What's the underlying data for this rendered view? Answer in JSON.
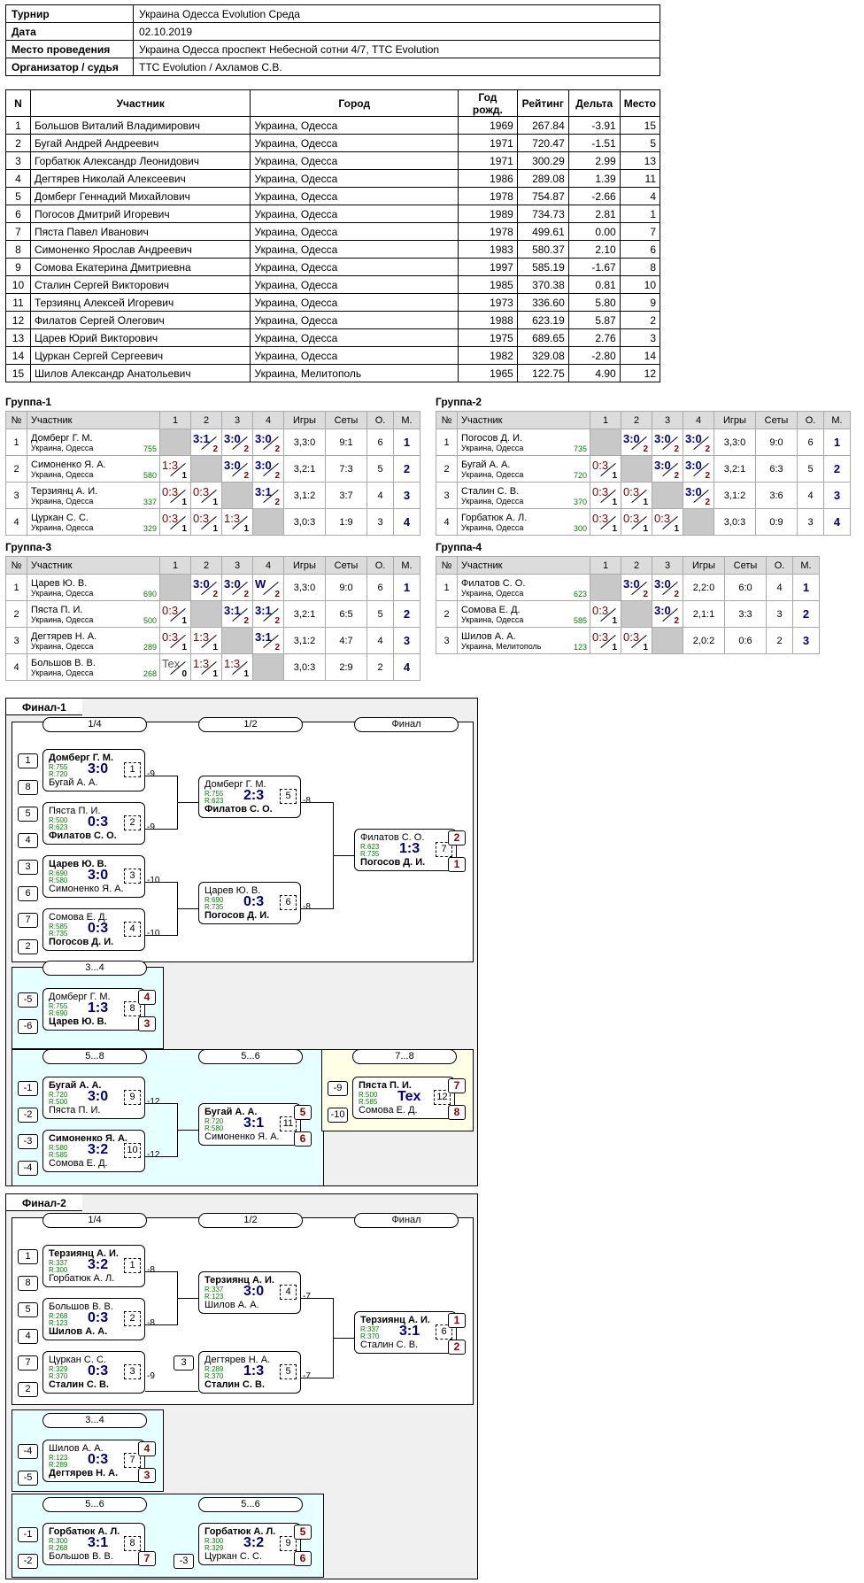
{
  "info": [
    {
      "k": "Турнир",
      "v": "Украина Одесса Evolution Среда"
    },
    {
      "k": "Дата",
      "v": "02.10.2019"
    },
    {
      "k": "Место проведения",
      "v": "Украина Одесса проспект Небесной сотни 4/7, TTC Evolution"
    },
    {
      "k": "Организатор / судья",
      "v": "TTC Evolution / Ахламов С.В."
    }
  ],
  "plist": {
    "headers": [
      "N",
      "Участник",
      "Город",
      "Год рожд.",
      "Рейтинг",
      "Дельта",
      "Место"
    ],
    "rows": [
      [
        "1",
        "Большов Виталий Владимирович",
        "Украина, Одесса",
        "1969",
        "267.84",
        "-3.91",
        "15"
      ],
      [
        "2",
        "Бугай Андрей Андреевич",
        "Украина, Одесса",
        "1971",
        "720.47",
        "-1.51",
        "5"
      ],
      [
        "3",
        "Горбатюк Александр Леонидович",
        "Украина, Одесса",
        "1971",
        "300.29",
        "2.99",
        "13"
      ],
      [
        "4",
        "Дегтярев Николай Алексеевич",
        "Украина, Одесса",
        "1986",
        "289.08",
        "1.39",
        "11"
      ],
      [
        "5",
        "Домберг Геннадий Михайлович",
        "Украина, Одесса",
        "1978",
        "754.87",
        "-2.66",
        "4"
      ],
      [
        "6",
        "Погосов Дмитрий Игоревич",
        "Украина, Одесса",
        "1989",
        "734.73",
        "2.81",
        "1"
      ],
      [
        "7",
        "Пяста Павел Иванович",
        "Украина, Одесса",
        "1978",
        "499.61",
        "0.00",
        "7"
      ],
      [
        "8",
        "Симоненко Ярослав Андреевич",
        "Украина, Одесса",
        "1983",
        "580.37",
        "2.10",
        "6"
      ],
      [
        "9",
        "Сомова Екатерина Дмитриевна",
        "Украина, Одесса",
        "1997",
        "585.19",
        "-1.67",
        "8"
      ],
      [
        "10",
        "Сталин Сергей Викторович",
        "Украина, Одесса",
        "1985",
        "370.38",
        "0.81",
        "10"
      ],
      [
        "11",
        "Терзиянц Алексей Игоревич",
        "Украина, Одесса",
        "1973",
        "336.60",
        "5.80",
        "9"
      ],
      [
        "12",
        "Филатов Сергей Олегович",
        "Украина, Одесса",
        "1988",
        "623.19",
        "5.87",
        "2"
      ],
      [
        "13",
        "Царев Юрий Викторович",
        "Украина, Одесса",
        "1975",
        "689.65",
        "2.76",
        "3"
      ],
      [
        "14",
        "Цуркан Сергей Сергеевич",
        "Украина, Одесса",
        "1982",
        "329.08",
        "-2.80",
        "14"
      ],
      [
        "15",
        "Шилов Александр Анатольевич",
        "Украина, Мелитополь",
        "1965",
        "122.75",
        "4.90",
        "12"
      ]
    ]
  },
  "groups": [
    {
      "title": "Группа-1",
      "cols": [
        "1",
        "2",
        "3",
        "4"
      ],
      "rows": [
        {
          "n": "1",
          "name": "Домберг Г. М.",
          "city": "Украина, Одесса",
          "r": "755",
          "c": [
            null,
            [
              "w",
              "3:1",
              "2"
            ],
            [
              "w",
              "3:0",
              "2"
            ],
            [
              "w",
              "3:0",
              "2"
            ]
          ],
          "games": "3,3:0",
          "sets": "9:1",
          "pts": "6",
          "place": "1"
        },
        {
          "n": "2",
          "name": "Симоненко Я. А.",
          "city": "Украина, Одесса",
          "r": "580",
          "c": [
            [
              "l",
              "1:3",
              "1"
            ],
            null,
            [
              "w",
              "3:0",
              "2"
            ],
            [
              "w",
              "3:0",
              "2"
            ]
          ],
          "games": "3,2:1",
          "sets": "7:3",
          "pts": "5",
          "place": "2"
        },
        {
          "n": "3",
          "name": "Терзиянц А. И.",
          "city": "Украина, Одесса",
          "r": "337",
          "c": [
            [
              "l",
              "0:3",
              "1"
            ],
            [
              "l",
              "0:3",
              "1"
            ],
            null,
            [
              "w",
              "3:1",
              "2"
            ]
          ],
          "games": "3,1:2",
          "sets": "3:7",
          "pts": "4",
          "place": "3"
        },
        {
          "n": "4",
          "name": "Цуркан С. С.",
          "city": "Украина, Одесса",
          "r": "329",
          "c": [
            [
              "l",
              "0:3",
              "1"
            ],
            [
              "l",
              "0:3",
              "1"
            ],
            [
              "l",
              "1:3",
              "1"
            ],
            null
          ],
          "games": "3,0:3",
          "sets": "1:9",
          "pts": "3",
          "place": "4"
        }
      ]
    },
    {
      "title": "Группа-2",
      "cols": [
        "1",
        "2",
        "3",
        "4"
      ],
      "rows": [
        {
          "n": "1",
          "name": "Погосов Д. И.",
          "city": "Украина, Одесса",
          "r": "735",
          "c": [
            null,
            [
              "w",
              "3:0",
              "2"
            ],
            [
              "w",
              "3:0",
              "2"
            ],
            [
              "w",
              "3:0",
              "2"
            ]
          ],
          "games": "3,3:0",
          "sets": "9:0",
          "pts": "6",
          "place": "1"
        },
        {
          "n": "2",
          "name": "Бугай А. А.",
          "city": "Украина, Одесса",
          "r": "720",
          "c": [
            [
              "l",
              "0:3",
              "1"
            ],
            null,
            [
              "w",
              "3:0",
              "2"
            ],
            [
              "w",
              "3:0",
              "2"
            ]
          ],
          "games": "3,2:1",
          "sets": "6:3",
          "pts": "5",
          "place": "2"
        },
        {
          "n": "3",
          "name": "Сталин С. В.",
          "city": "Украина, Одесса",
          "r": "370",
          "c": [
            [
              "l",
              "0:3",
              "1"
            ],
            [
              "l",
              "0:3",
              "1"
            ],
            null,
            [
              "w",
              "3:0",
              "2"
            ]
          ],
          "games": "3,1:2",
          "sets": "3:6",
          "pts": "4",
          "place": "3"
        },
        {
          "n": "4",
          "name": "Горбатюк А. Л.",
          "city": "Украина, Одесса",
          "r": "300",
          "c": [
            [
              "l",
              "0:3",
              "1"
            ],
            [
              "l",
              "0:3",
              "1"
            ],
            [
              "l",
              "0:3",
              "1"
            ],
            null
          ],
          "games": "3,0:3",
          "sets": "0:9",
          "pts": "3",
          "place": "4"
        }
      ]
    },
    {
      "title": "Группа-3",
      "cols": [
        "1",
        "2",
        "3",
        "4"
      ],
      "rows": [
        {
          "n": "1",
          "name": "Царев Ю. В.",
          "city": "Украина, Одесса",
          "r": "690",
          "c": [
            null,
            [
              "w",
              "3:0",
              "2"
            ],
            [
              "w",
              "3:0",
              "2"
            ],
            [
              "w",
              "W",
              "2"
            ]
          ],
          "games": "3,3:0",
          "sets": "9:0",
          "pts": "6",
          "place": "1"
        },
        {
          "n": "2",
          "name": "Пяста П. И.",
          "city": "Украина, Одесса",
          "r": "500",
          "c": [
            [
              "l",
              "0:3",
              "1"
            ],
            null,
            [
              "w",
              "3:1",
              "2"
            ],
            [
              "w",
              "3:1",
              "2"
            ]
          ],
          "games": "3,2:1",
          "sets": "6:5",
          "pts": "5",
          "place": "2"
        },
        {
          "n": "3",
          "name": "Дегтярев Н. А.",
          "city": "Украина, Одесса",
          "r": "289",
          "c": [
            [
              "l",
              "0:3",
              "1"
            ],
            [
              "l",
              "1:3",
              "1"
            ],
            null,
            [
              "w",
              "3:1",
              "2"
            ]
          ],
          "games": "3,1:2",
          "sets": "4:7",
          "pts": "4",
          "place": "3"
        },
        {
          "n": "4",
          "name": "Большов В. В.",
          "city": "Украина, Одесса",
          "r": "268",
          "c": [
            [
              "t",
              "Tex",
              "0"
            ],
            [
              "l",
              "1:3",
              "1"
            ],
            [
              "l",
              "1:3",
              "1"
            ],
            null
          ],
          "games": "3,0:3",
          "sets": "2:9",
          "pts": "2",
          "place": "4"
        }
      ]
    },
    {
      "title": "Группа-4",
      "cols": [
        "1",
        "2",
        "3"
      ],
      "rows": [
        {
          "n": "1",
          "name": "Филатов С. О.",
          "city": "Украина, Одесса",
          "r": "623",
          "c": [
            null,
            [
              "w",
              "3:0",
              "2"
            ],
            [
              "w",
              "3:0",
              "2"
            ]
          ],
          "games": "2,2:0",
          "sets": "6:0",
          "pts": "4",
          "place": "1"
        },
        {
          "n": "2",
          "name": "Сомова Е. Д.",
          "city": "Украина, Одесса",
          "r": "585",
          "c": [
            [
              "l",
              "0:3",
              "1"
            ],
            null,
            [
              "w",
              "3:0",
              "2"
            ]
          ],
          "games": "2,1:1",
          "sets": "3:3",
          "pts": "3",
          "place": "2"
        },
        {
          "n": "3",
          "name": "Шилов А. А.",
          "city": "Украина, Мелитополь",
          "r": "123",
          "c": [
            [
              "l",
              "0:3",
              "1"
            ],
            [
              "l",
              "0:3",
              "1"
            ],
            null
          ],
          "games": "2,0:2",
          "sets": "0:6",
          "pts": "2",
          "place": "3"
        }
      ]
    }
  ],
  "group_headers": {
    "no": "№",
    "name": "Участник",
    "games": "Игры",
    "sets": "Сеты",
    "pts": "О.",
    "place": "М."
  },
  "finals": [
    {
      "title": "Финал-1",
      "rounds": [
        "1/4",
        "1/2",
        "Финал",
        "3...4",
        "5...8",
        "5...6",
        "7...8"
      ],
      "matches": [
        {
          "p1": "Домберг Г. М.",
          "p2": "Бугай А. А.",
          "r1": "R:755",
          "r2": "R:720",
          "s": "3:0",
          "m": "1",
          "w": 1
        },
        {
          "p1": "Пяста П. И.",
          "p2": "Филатов С. О.",
          "r1": "R:500",
          "r2": "R:623",
          "s": "0:3",
          "m": "2",
          "w": 2
        },
        {
          "p1": "Царев Ю. В.",
          "p2": "Симоненко Я. А.",
          "r1": "R:690",
          "r2": "R:580",
          "s": "3:0",
          "m": "3",
          "w": 1
        },
        {
          "p1": "Сомова Е. Д.",
          "p2": "Погосов Д. И.",
          "r1": "R:585",
          "r2": "R:735",
          "s": "0:3",
          "m": "4",
          "w": 2
        },
        {
          "p1": "Домберг Г. М.",
          "p2": "Филатов С. О.",
          "r1": "R:755",
          "r2": "R:623",
          "s": "2:3",
          "m": "5",
          "w": 2
        },
        {
          "p1": "Царев Ю. В.",
          "p2": "Погосов Д. И.",
          "r1": "R:690",
          "r2": "R:735",
          "s": "0:3",
          "m": "6",
          "w": 2
        },
        {
          "p1": "Филатов С. О.",
          "p2": "Погосов Д. И.",
          "r1": "R:623",
          "r2": "R:735",
          "s": "1:3",
          "m": "7",
          "w": 2
        },
        {
          "p1": "Домберг Г. М.",
          "p2": "Царев Ю. В.",
          "r1": "R:755",
          "r2": "R:690",
          "s": "1:3",
          "m": "8",
          "w": 2
        },
        {
          "p1": "Бугай А. А.",
          "p2": "Пяста П. И.",
          "r1": "R:720",
          "r2": "R:500",
          "s": "3:0",
          "m": "9",
          "w": 1
        },
        {
          "p1": "Симоненко Я. А.",
          "p2": "Сомова Е. Д.",
          "r1": "R:580",
          "r2": "R:585",
          "s": "3:2",
          "m": "10",
          "w": 1
        },
        {
          "p1": "Бугай А. А.",
          "p2": "Симоненко Я. А.",
          "r1": "R:720",
          "r2": "R:580",
          "s": "3:1",
          "m": "11",
          "w": 1
        },
        {
          "p1": "Пяста П. И.",
          "p2": "Сомова Е. Д.",
          "r1": "R:500",
          "r2": "R:585",
          "s": "Tex",
          "m": "12",
          "w": 1
        }
      ],
      "seeds": [
        "1",
        "8",
        "5",
        "4",
        "3",
        "6",
        "7",
        "2"
      ],
      "loser_refs": [
        "-9",
        "-9",
        "-10",
        "-10",
        "-8",
        "-8",
        "-5",
        "-6",
        "-1",
        "-2",
        "-3",
        "-4",
        "-12",
        "-12",
        "-9",
        "-10"
      ],
      "places": [
        "2",
        "1",
        "4",
        "3",
        "5",
        "6",
        "7",
        "8"
      ]
    },
    {
      "title": "Финал-2",
      "rounds": [
        "1/4",
        "1/2",
        "Финал",
        "3...4",
        "5...6",
        "5...6"
      ],
      "matches": [
        {
          "p1": "Терзиянц А. И.",
          "p2": "Горбатюк А. Л.",
          "r1": "R:337",
          "r2": "R:300",
          "s": "3:2",
          "m": "1",
          "w": 1
        },
        {
          "p1": "Большов В. В.",
          "p2": "Шилов А. А.",
          "r1": "R:268",
          "r2": "R:123",
          "s": "0:3",
          "m": "2",
          "w": 2
        },
        {
          "p1": "Цуркан С. С.",
          "p2": "Сталин С. В.",
          "r1": "R:329",
          "r2": "R:370",
          "s": "0:3",
          "m": "3",
          "w": 2
        },
        {
          "p1": "Терзиянц А. И.",
          "p2": "Шилов А. А.",
          "r1": "R:337",
          "r2": "R:123",
          "s": "3:0",
          "m": "4",
          "w": 1
        },
        {
          "p1": "Дегтярев Н. А.",
          "p2": "Сталин С. В.",
          "r1": "R:289",
          "r2": "R:370",
          "s": "1:3",
          "m": "5",
          "w": 2
        },
        {
          "p1": "Терзиянц А. И.",
          "p2": "Сталин С. В.",
          "r1": "R:337",
          "r2": "R:370",
          "s": "3:1",
          "m": "6",
          "w": 1
        },
        {
          "p1": "Шилов А. А.",
          "p2": "Дегтярев Н. А.",
          "r1": "R:123",
          "r2": "R:289",
          "s": "0:3",
          "m": "7",
          "w": 2
        },
        {
          "p1": "Горбатюк А. Л.",
          "p2": "Большов В. В.",
          "r1": "R:300",
          "r2": "R:268",
          "s": "3:1",
          "m": "8",
          "w": 1
        },
        {
          "p1": "Горбатюк А. Л.",
          "p2": "Цуркан С. С.",
          "r1": "R:300",
          "r2": "R:329",
          "s": "3:2",
          "m": "9",
          "w": 1
        }
      ],
      "seeds": [
        "1",
        "8",
        "5",
        "4",
        "7",
        "2",
        "3"
      ],
      "loser_refs": [
        "-8",
        "-8",
        "-9",
        "-7",
        "-7",
        "-4",
        "-5",
        "-1",
        "-2",
        "-3"
      ],
      "places": [
        "1",
        "2",
        "4",
        "3",
        "7",
        "5",
        "6"
      ]
    }
  ]
}
